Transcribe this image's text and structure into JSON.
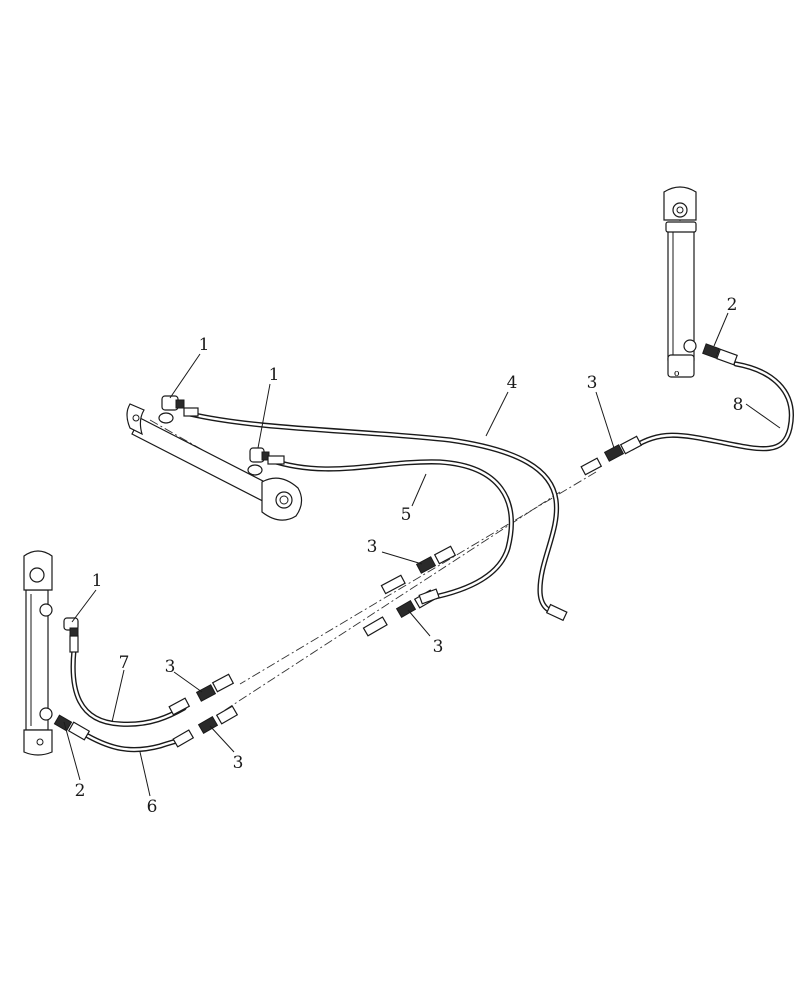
{
  "callouts": {
    "c1_left_cyl": "1",
    "c1_mid_cyl": "1",
    "c1_bottom_left": "1",
    "c2_right_top": "2",
    "c2_bottom_left": "2",
    "c3_right": "3",
    "c3_mid_upper": "3",
    "c3_mid_lower": "3",
    "c3_left_upper": "3",
    "c3_left_lower": "3",
    "c4_hose": "4",
    "c5_hose": "5",
    "c6_hose": "6",
    "c7_hose": "7",
    "c8_hose": "8"
  }
}
